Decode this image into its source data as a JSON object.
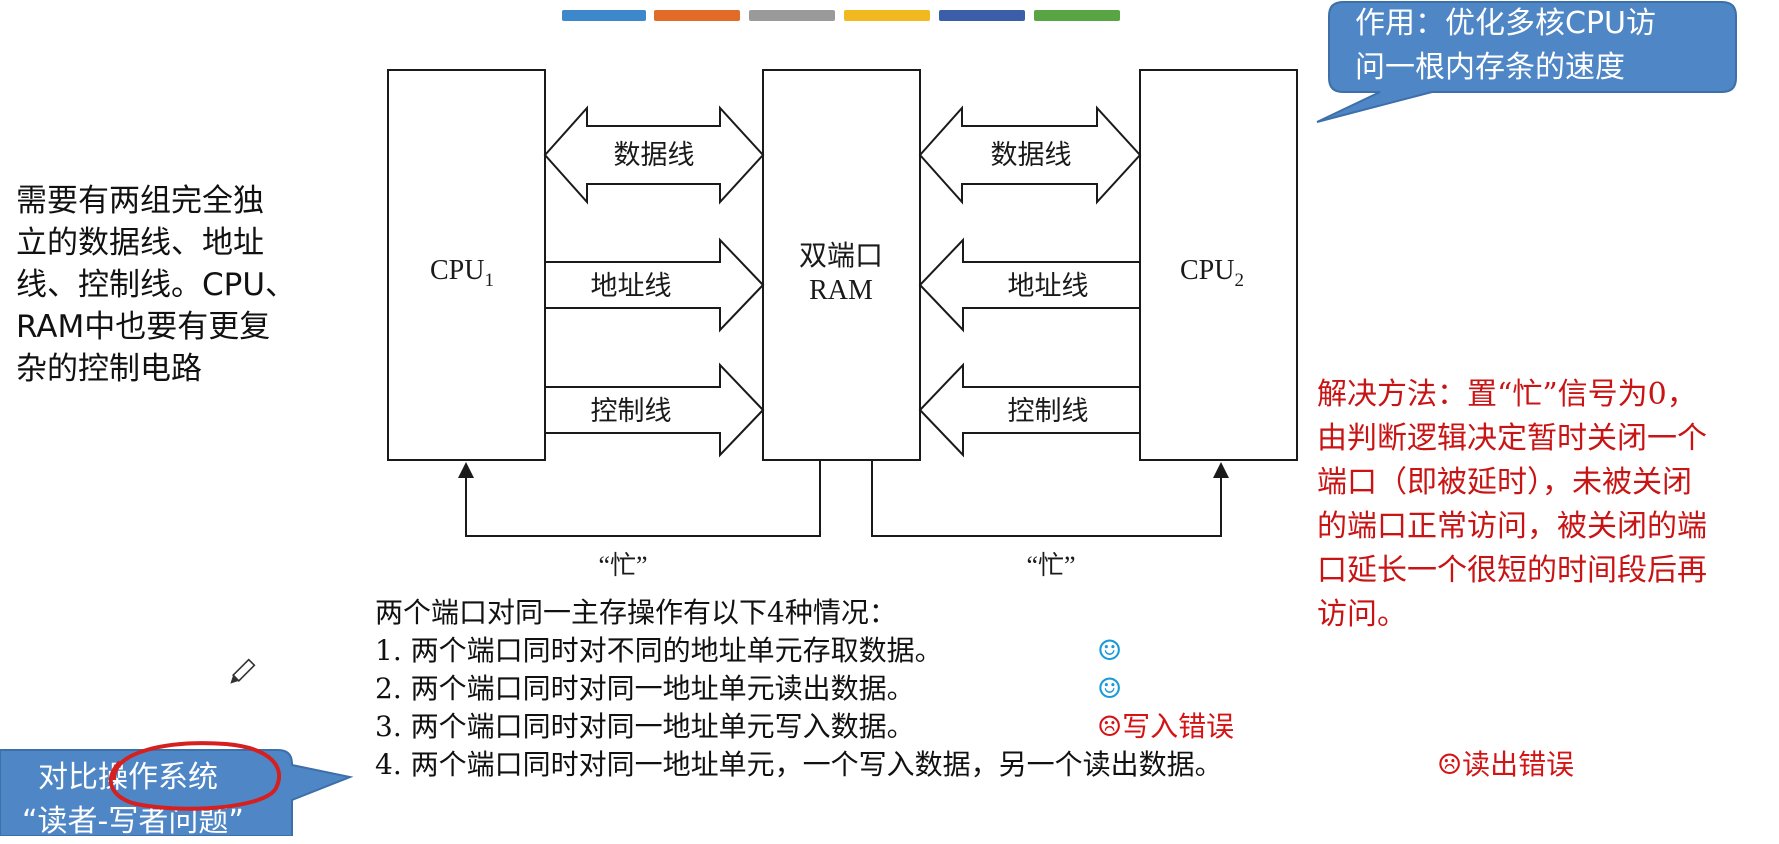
{
  "color_stripes": [
    "#3d87cb",
    "#e26b28",
    "#9a9a9a",
    "#f1b81f",
    "#3a5ea8",
    "#59a543"
  ],
  "colors": {
    "callout_fill": "#4f86c6",
    "callout_stroke": "#3d6fa8",
    "note_red": "#c81414",
    "smiley": "#1a9ad6",
    "frown": "#d41414"
  },
  "callout_top": {
    "lines": [
      "作用：优化多核CPU访",
      "问一根内存条的速度"
    ]
  },
  "callout_bottom": {
    "lines": [
      "对比操作系统",
      "“读者-写者问题”"
    ]
  },
  "diagram": {
    "cpu1": {
      "label": "CPU",
      "subscript": "1"
    },
    "ram": {
      "line1": "双端口",
      "line2": "RAM"
    },
    "cpu2": {
      "label": "CPU",
      "subscript": "2"
    },
    "left_lines": {
      "data": "数据线",
      "address": "地址线",
      "control": "控制线"
    },
    "right_lines": {
      "data": "数据线",
      "address": "地址线",
      "control": "控制线"
    },
    "busy_left": "“忙”",
    "busy_right": "“忙”"
  },
  "side_note": {
    "lines": [
      "需要有两组完全独",
      "立的数据线、地址",
      "线、控制线。CPU、",
      "RAM中也要有更复",
      "杂的控制电路"
    ]
  },
  "red_note": {
    "lines": [
      "解决方法：置“忙”信号为0，",
      "由判断逻辑决定暂时关闭一个",
      "端口（即被延时），未被关闭",
      "的端口正常访问，被关闭的端",
      "口延长一个很短的时间段后再",
      "访问。"
    ]
  },
  "cases": {
    "intro": "两个端口对同一主存操作有以下4种情况：",
    "items": [
      {
        "text": "1. 两个端口同时对不同的地址单元存取数据。",
        "mark": "☺"
      },
      {
        "text": "2. 两个端口同时对同一地址单元读出数据。",
        "mark": "☺"
      },
      {
        "text": "3. 两个端口同时对同一地址单元写入数据。",
        "mark": "☹",
        "note": "写入错误"
      },
      {
        "text": "4. 两个端口同时对同一地址单元，一个写入数据，另一个读出数据。",
        "mark": "☹",
        "note": "读出错误"
      }
    ]
  },
  "icons": {
    "pencil": "pencil-icon",
    "smiley": "smiley-icon",
    "frown": "frown-icon"
  }
}
